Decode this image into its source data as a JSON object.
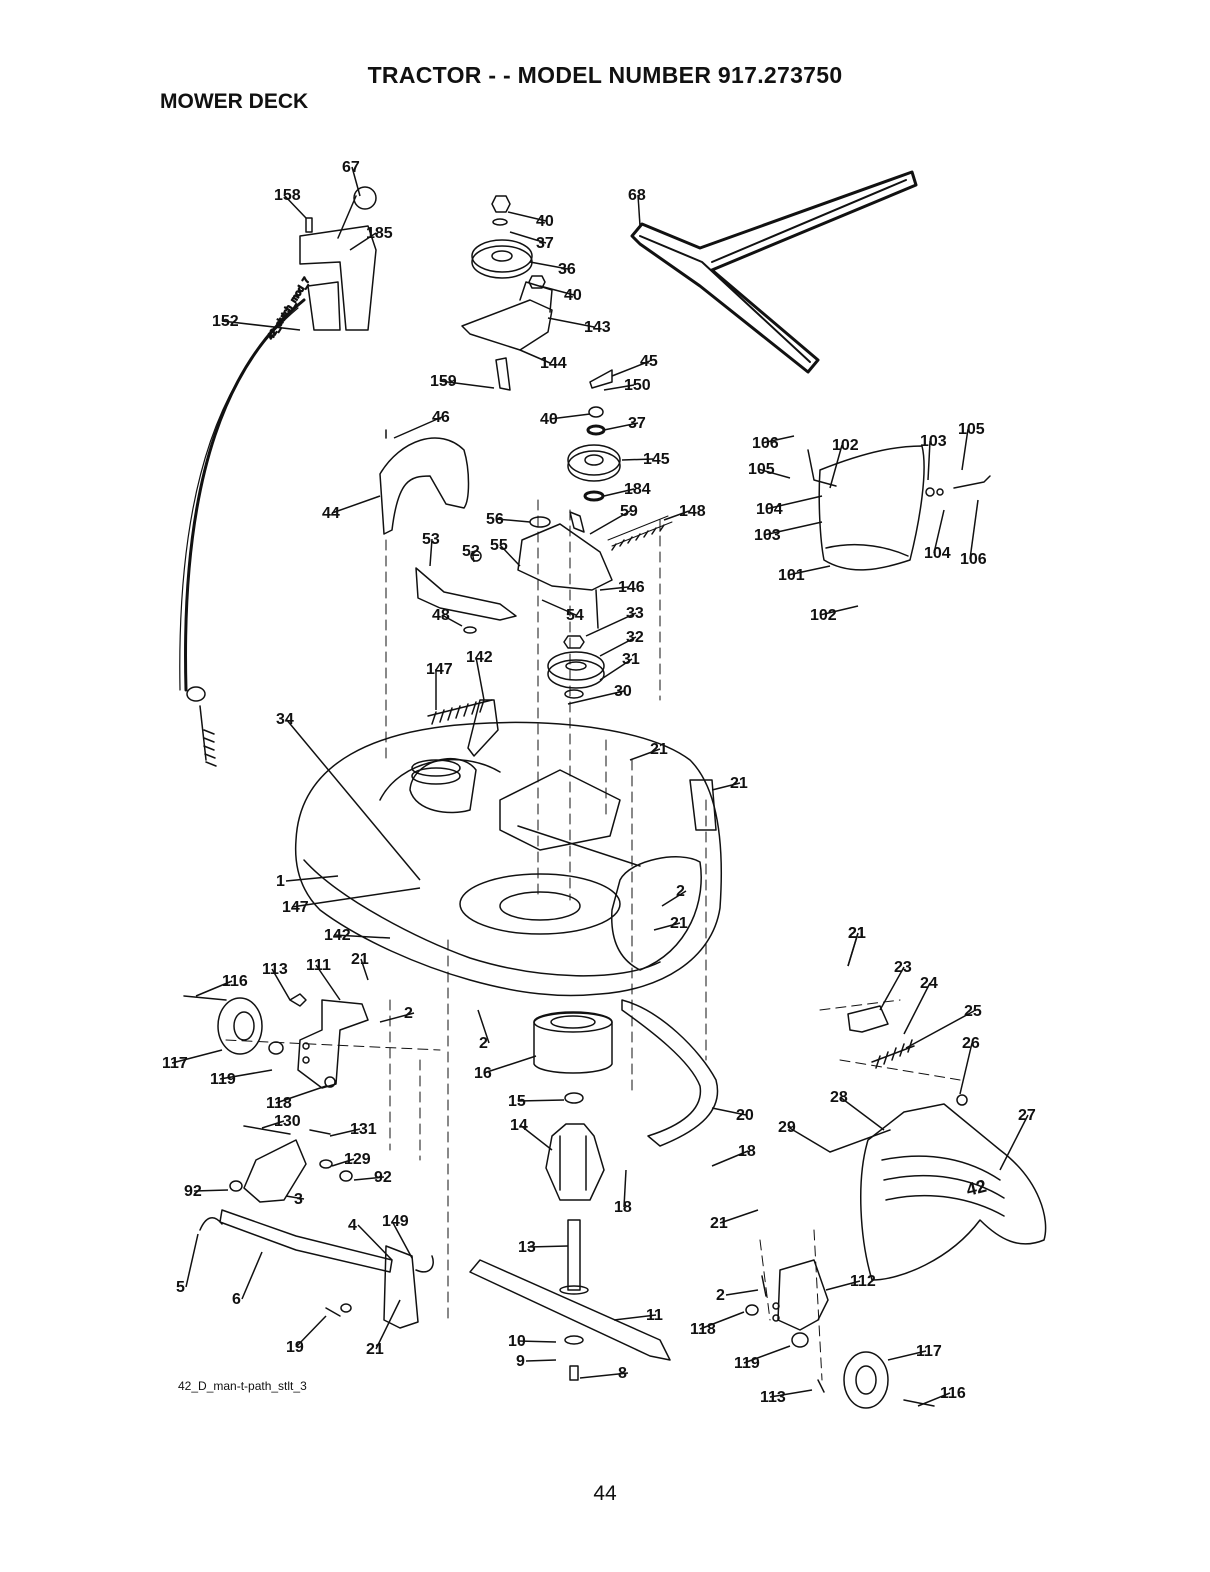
{
  "header": {
    "title": "TRACTOR - - MODEL NUMBER 917.273750",
    "section": "MOWER DECK"
  },
  "diagram": {
    "callouts": [
      "67",
      "158",
      "185",
      "152",
      "40",
      "37",
      "36",
      "40",
      "143",
      "144",
      "159",
      "45",
      "150",
      "40",
      "37",
      "145",
      "184",
      "68",
      "46",
      "44",
      "56",
      "59",
      "148",
      "55",
      "53",
      "52",
      "146",
      "48",
      "54",
      "33",
      "32",
      "31",
      "147",
      "142",
      "30",
      "34",
      "21",
      "21",
      "106",
      "102",
      "103",
      "105",
      "105",
      "104",
      "104",
      "103",
      "106",
      "101",
      "102",
      "1",
      "147",
      "2",
      "21",
      "142",
      "21",
      "116",
      "113",
      "111",
      "21",
      "2",
      "2",
      "117",
      "119",
      "118",
      "130",
      "131",
      "129",
      "92",
      "92",
      "3",
      "16",
      "15",
      "14",
      "20",
      "18",
      "18",
      "21",
      "23",
      "24",
      "25",
      "26",
      "28",
      "29",
      "27",
      "21",
      "4",
      "149",
      "5",
      "6",
      "19",
      "21",
      "13",
      "11",
      "10",
      "9",
      "8",
      "2",
      "112",
      "118",
      "119",
      "117",
      "113",
      "116"
    ],
    "stamp_on_cable": "42_clutch_mod_7",
    "stamp_on_cover": "42"
  },
  "footer": {
    "art_reference": "42_D_man-t-path_stlt_3",
    "page_number": "44"
  }
}
